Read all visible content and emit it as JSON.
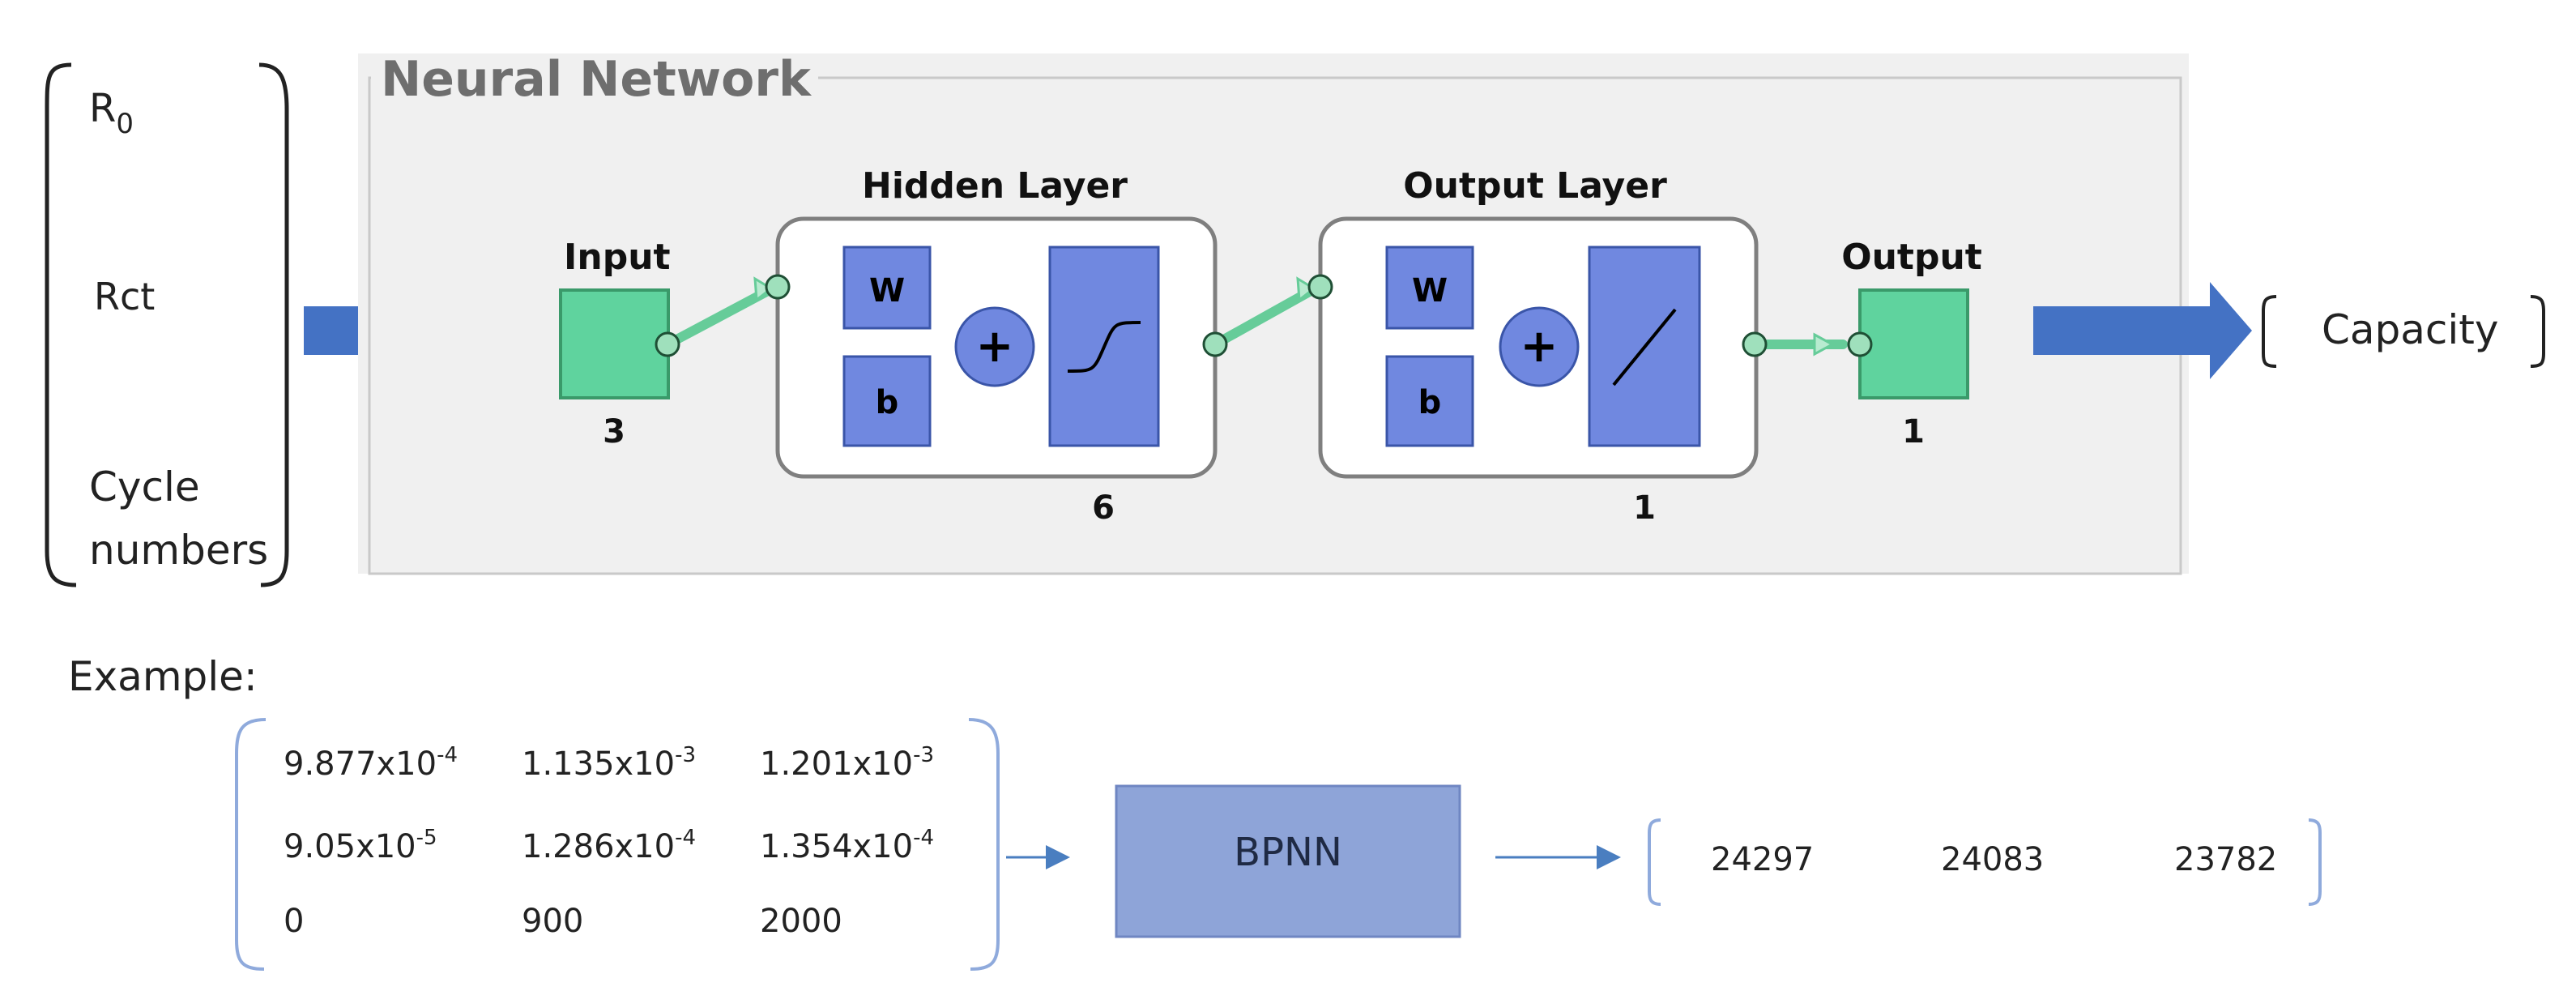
{
  "inputs": {
    "r0_main": "R",
    "r0_sub": "0",
    "rct": "Rct",
    "cycle_line1": "Cycle",
    "cycle_line2": "numbers"
  },
  "network": {
    "title": "Neural Network",
    "input_label": "Input",
    "input_size": "3",
    "hidden_title": "Hidden Layer",
    "hidden_size": "6",
    "output_layer_title": "Output Layer",
    "output_layer_size": "1",
    "output_label": "Output",
    "output_size": "1",
    "weight_symbol": "W",
    "bias_symbol": "b",
    "sum_symbol": "+"
  },
  "result": {
    "label": "Capacity"
  },
  "example": {
    "label": "Example:",
    "rows": [
      [
        {
          "base": "9.877x10",
          "exp": "-4"
        },
        {
          "base": "1.135x10",
          "exp": "-3"
        },
        {
          "base": "1.201x10",
          "exp": "-3"
        }
      ],
      [
        {
          "base": "9.05x10",
          "exp": "-5"
        },
        {
          "base": "1.286x10",
          "exp": "-4"
        },
        {
          "base": "1.354x10",
          "exp": "-4"
        }
      ],
      [
        {
          "base": "0",
          "exp": ""
        },
        {
          "base": "900",
          "exp": ""
        },
        {
          "base": "2000",
          "exp": ""
        }
      ]
    ],
    "model": "BPNN",
    "outputs": [
      "24297",
      "24083",
      "23782"
    ]
  },
  "colors": {
    "arrow_blue": "#4472C4",
    "node_green": "#5FD39E",
    "block_blue": "#6F87E0",
    "panel_bg": "#F0F0F0",
    "bpnn_fill": "#8EA4D8"
  }
}
